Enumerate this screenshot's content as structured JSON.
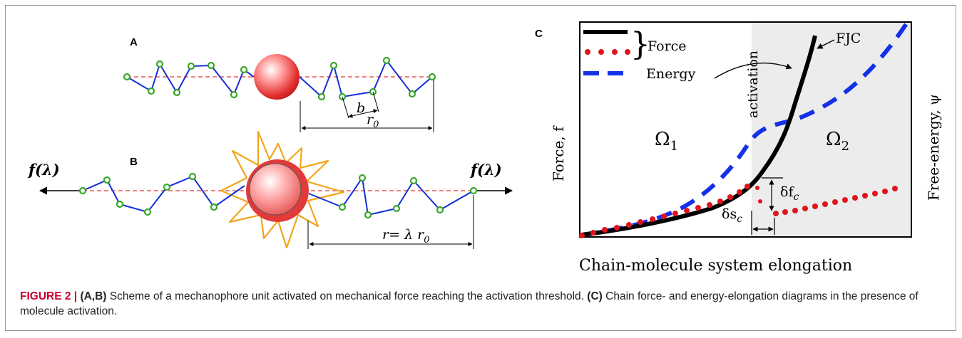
{
  "colors": {
    "chain": "#1430d6",
    "bead_fill": "#ffffff",
    "bead_stroke": "#3aa82a",
    "reference_line": "#e23a3a",
    "molecule": "#dd2a2a",
    "star": "#f2a51c",
    "force_curve": "#000000",
    "force_dots": "#e0141c",
    "energy_dash": "#1430e8",
    "region2_fill": "#ececec",
    "caption_label": "#c8002d"
  },
  "panelA": {
    "label": "A",
    "bond_length_label": "b",
    "rest_length_label": "r",
    "rest_length_subscript": "0"
  },
  "panelB": {
    "label": "B",
    "left_force": "f(λ)",
    "right_force": "f(λ)",
    "stretch_label": "r= λ r",
    "stretch_subscript": "0"
  },
  "panelC": {
    "label": "C",
    "legend": {
      "brace_label": "Force",
      "energy_label": "Energy"
    },
    "fjc_label": "FJC",
    "activation_label": "activation",
    "region1_label": "Ω",
    "region1_subscript": "1",
    "region2_label": "Ω",
    "region2_subscript": "2",
    "delta_f_label": "δf",
    "delta_f_subscript": "c",
    "delta_s_label": "δs",
    "delta_s_subscript": "c",
    "ylabel_left": "Force, f",
    "ylabel_right": "Free-energy, ψ",
    "xlabel": "Chain-molecule system elongation"
  },
  "caption": {
    "figure_label": "FIGURE 2 |",
    "ab_label": "(A,B)",
    "ab_text": "Scheme of a mechanophore unit activated on mechanical force reaching the activation threshold.",
    "c_label": "(C)",
    "c_text": "Chain force- and energy-elongation diagrams in the presence of molecule activation."
  }
}
